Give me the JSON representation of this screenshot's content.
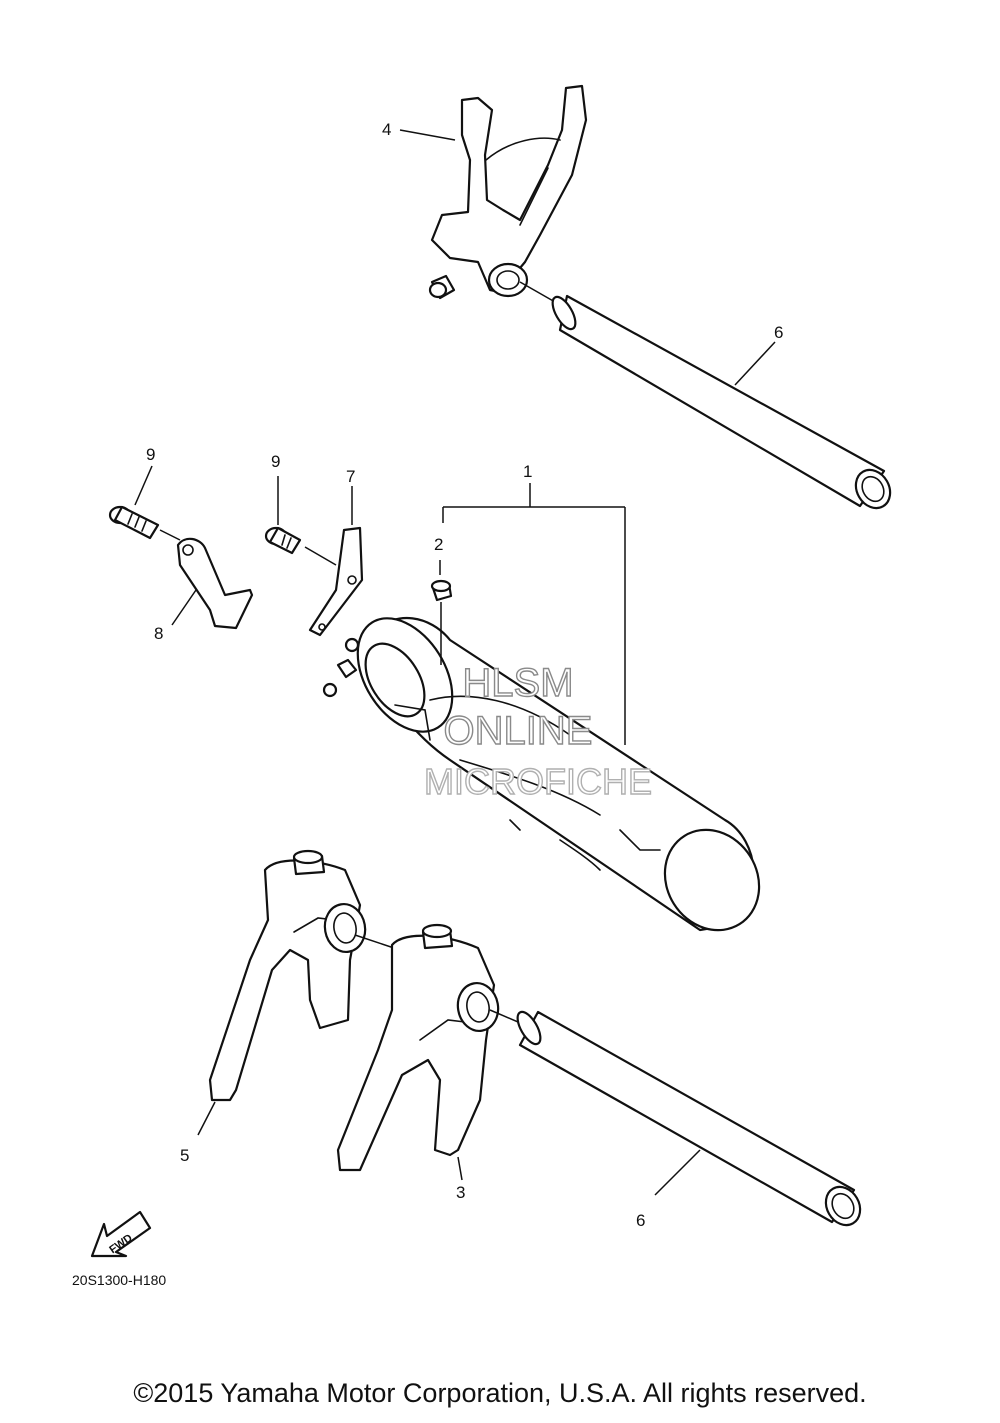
{
  "callouts": {
    "c1": "1",
    "c2": "2",
    "c3": "3",
    "c4": "4",
    "c5": "5",
    "c6_top": "6",
    "c6_bottom": "6",
    "c7": "7",
    "c8": "8",
    "c9_left": "9",
    "c9_right": "9"
  },
  "watermark": {
    "line1": "HLSM",
    "line2": "ONLINE",
    "line3": "MICROFICHE"
  },
  "fwd_label": "FWD",
  "diagram_code": "20S1300-H180",
  "copyright": "©2015 Yamaha Motor Corporation, U.S.A. All rights reserved."
}
